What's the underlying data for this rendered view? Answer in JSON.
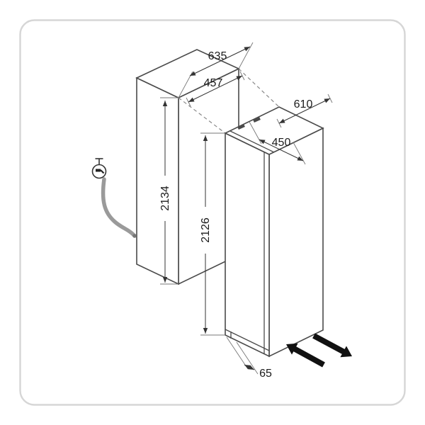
{
  "diagram": {
    "dimensions": {
      "niche_depth": "635",
      "niche_width": "457",
      "niche_height": "2134",
      "appliance_height": "2126",
      "appliance_depth": "610",
      "appliance_width": "450",
      "plinth_height": "65"
    },
    "icons": {
      "water_connection": "water-connection-icon",
      "push_in": "arrow-up-left-icon",
      "pull_out": "arrow-down-right-icon"
    },
    "colors": {
      "outline": "#4a4a4a",
      "dimension": "#333333",
      "hose": "#9a9a9a",
      "border": "#d6d6d6",
      "arrow": "#111111",
      "background": "#ffffff"
    }
  }
}
